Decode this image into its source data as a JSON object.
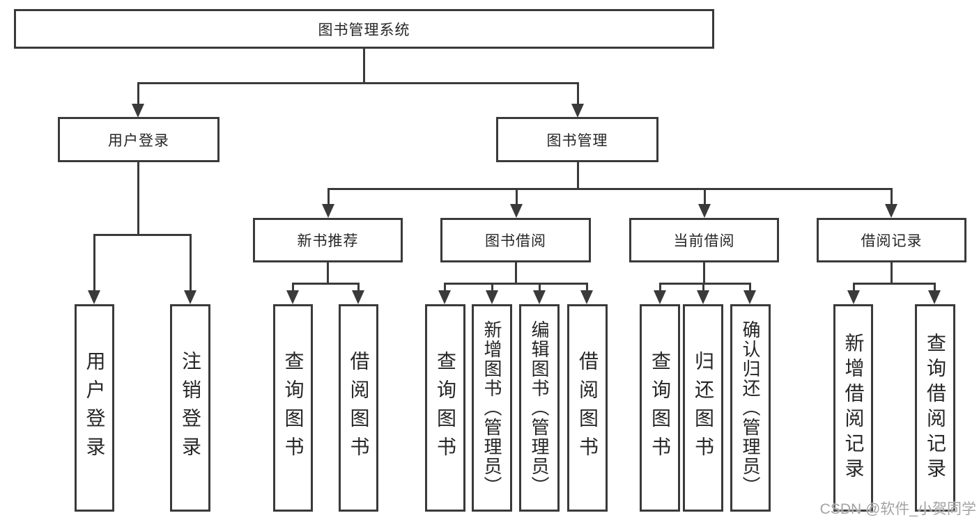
{
  "diagram": {
    "root": {
      "label": "图书管理系统"
    },
    "level2": [
      {
        "label": "用户登录"
      },
      {
        "label": "图书管理"
      }
    ],
    "level3": [
      {
        "label": "新书推荐"
      },
      {
        "label": "图书借阅"
      },
      {
        "label": "当前借阅"
      },
      {
        "label": "借阅记录"
      }
    ],
    "leaves": {
      "user_login": [
        "用户登录",
        "注销登录"
      ],
      "new_book": [
        "查询图书",
        "借阅图书"
      ],
      "borrow": [
        "查询图书",
        "新增图书（管理员）",
        "编辑图书（管理员）",
        "借阅图书"
      ],
      "current": [
        "查询图书",
        "归还图书",
        "确认归还（管理员）"
      ],
      "records": [
        "新增借阅记录",
        "查询借阅记录"
      ]
    }
  },
  "watermark": "CSDN @软件_小贺同学",
  "colors": {
    "line": "#3a3a3a",
    "text": "#262626",
    "watermark": "#a3a3a3"
  }
}
